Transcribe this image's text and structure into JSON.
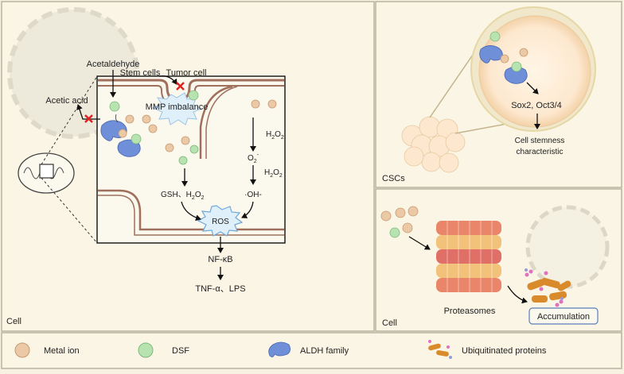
{
  "labels": {
    "acetaldehyde": "Acetaldehyde",
    "acetic_acid": "Acetic acid",
    "stem_cells": "Stem cells",
    "tumor_cell": "Tumor cell",
    "mmp_imbalance": "MMP imbalance",
    "h2o2_top": "H",
    "h2o2_top_sub": "2",
    "h2o2_top_o": "O",
    "h2o2_top_sub2": "2",
    "o2_minus": "O",
    "o2_minus_sub": "2",
    "o2_minus_sup": "-",
    "h2o2_mid": "H",
    "h2o2_mid_sub": "2",
    "h2o2_mid_o": "O",
    "h2o2_mid_sub2": "2",
    "gsh_h2o2": "GSH、H",
    "gsh_sub": "2",
    "gsh_o": "O",
    "gsh_sub2": "2",
    "oh_minus": "·OH-",
    "ros": "ROS",
    "nfkb": "NF-κB",
    "tnf_lps": "TNF-α、LPS",
    "cell_left": "Cell",
    "sox2": "Sox2, Oct3/4",
    "cell_stemness": "Cell stemness",
    "characteristic": "characteristic",
    "cscs": "CSCs",
    "proteasomes": "Proteasomes",
    "accumulation": "Accumulation",
    "cell_right": "Cell"
  },
  "legend": [
    {
      "label": "Metal ion",
      "icon": "metal-ion-icon",
      "color": "#ecc9a6"
    },
    {
      "label": "DSF",
      "icon": "dsf-icon",
      "color": "#b6e3b0"
    },
    {
      "label": "ALDH family",
      "icon": "aldh-icon",
      "color": "#6f8fd8"
    },
    {
      "label": "Ubiquitinated proteins",
      "icon": "ubiquitinated-protein-icon",
      "color": "#d98a2b"
    }
  ],
  "colors": {
    "background": "#f7f3e3",
    "panel_border": "#b9b3a0",
    "membrane": "#a0705d",
    "metal_ion": "#ecc9a6",
    "dsf": "#b6e3b0",
    "aldh": "#6f8fd8",
    "inhibit": "#e02020",
    "burst": "#dff0fb"
  }
}
